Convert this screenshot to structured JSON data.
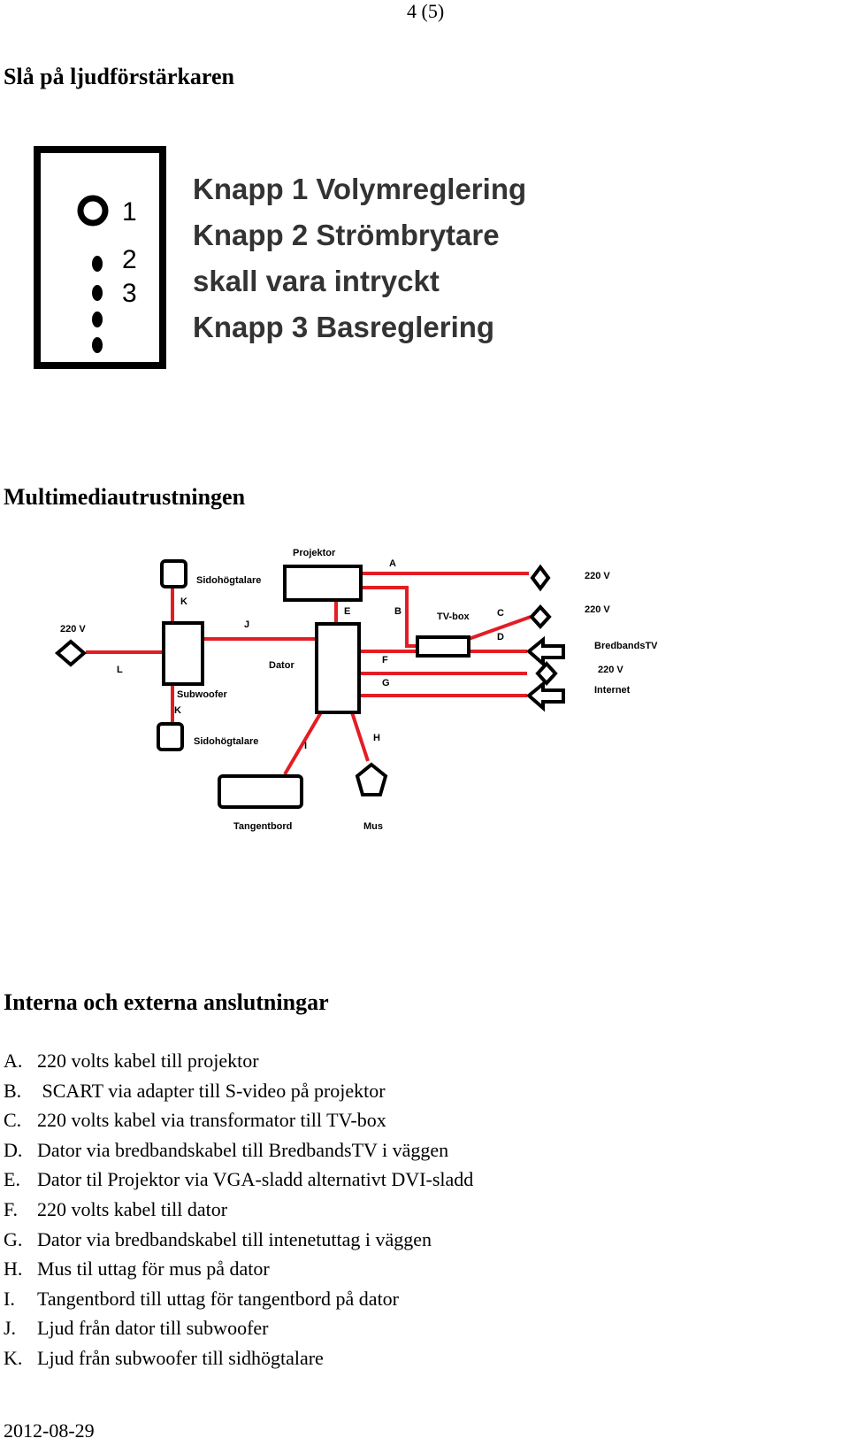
{
  "page_number": "4 (5)",
  "section1": {
    "title": "Slå på ljudförstärkaren",
    "panel_labels": [
      "1",
      "2",
      "3"
    ],
    "legend_lines": [
      "Knapp 1 Volymreglering",
      "Knapp 2 Strömbrytare",
      "skall vara intryckt",
      "Knapp 3 Basreglering"
    ]
  },
  "section2": {
    "title": "Multimediautrustningen",
    "diagram": {
      "projektor": "Projektor",
      "sidohogtalare": "Sidohögtalare",
      "subwoofer": "Subwoofer",
      "dator": "Dator",
      "tvbox": "TV-box",
      "tangentbord": "Tangentbord",
      "mus": "Mus",
      "v220_left": "220 V",
      "v220_a": "220 V",
      "v220_c": "220 V",
      "bredbandstv": "BredbandsTV",
      "v220_f": "220 V",
      "internet": "Internet",
      "letters": {
        "A": "A",
        "B": "B",
        "C": "C",
        "D": "D",
        "E": "E",
        "F": "F",
        "G": "G",
        "H": "H",
        "I": "I",
        "J": "J",
        "K": "K",
        "L": "L"
      }
    }
  },
  "section3": {
    "title": "Interna och externa anslutningar",
    "items": [
      {
        "letter": "A.",
        "text": "220 volts kabel till projektor"
      },
      {
        "letter": "B.",
        "text": " SCART via adapter till S-video på projektor"
      },
      {
        "letter": "C.",
        "text": "220 volts kabel via transformator till TV-box"
      },
      {
        "letter": "D.",
        "text": "Dator via bredbandskabel till BredbandsTV i väggen"
      },
      {
        "letter": "E.",
        "text": "Dator til Projektor via VGA-sladd alternativt DVI-sladd"
      },
      {
        "letter": "F.",
        "text": "220 volts kabel till dator"
      },
      {
        "letter": "G.",
        "text": "Dator via bredbandskabel till intenetuttag i väggen"
      },
      {
        "letter": "H.",
        "text": "Mus til uttag för mus på dator"
      },
      {
        "letter": "I.",
        "text": "Tangentbord till uttag för tangentbord på dator"
      },
      {
        "letter": "J.",
        "text": "Ljud från dator till subwoofer"
      },
      {
        "letter": "K.",
        "text": "Ljud från subwoofer till sidhögtalare"
      }
    ]
  },
  "footer_date": "2012-08-29"
}
